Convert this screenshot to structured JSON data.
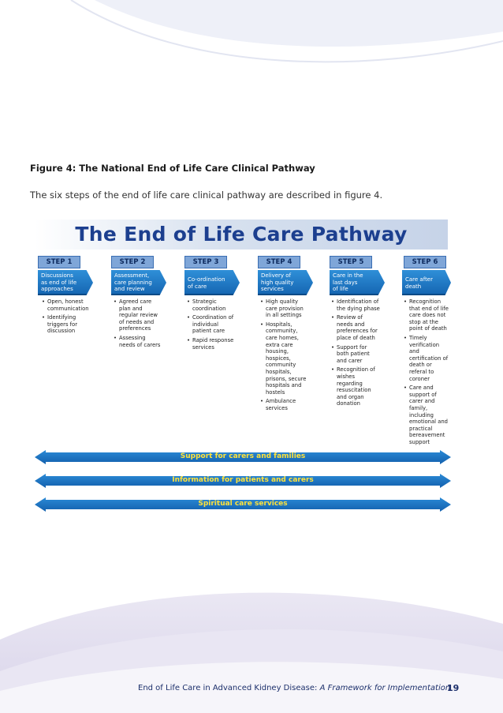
{
  "figure": {
    "title": "Figure 4: The National End of Life Care Clinical Pathway",
    "description": "The six steps of the end of life care clinical pathway are described in figure 4."
  },
  "pathway": {
    "title": "The End of Life Care Pathway",
    "steps": [
      {
        "label": "STEP 1",
        "stage": [
          "Discussions",
          "as end of life",
          "approaches"
        ],
        "bullets": [
          "Open, honest communication",
          "Identifying triggers for discussion"
        ]
      },
      {
        "label": "STEP 2",
        "stage": [
          "Assessment,",
          "care planning",
          "and review"
        ],
        "bullets": [
          "Agreed care plan and regular review of needs and preferences",
          "Assessing needs of carers"
        ]
      },
      {
        "label": "STEP 3",
        "stage": [
          "Co-ordination",
          "of care"
        ],
        "bullets": [
          "Strategic coordination",
          "Coordination of individual patient care",
          "Rapid response services"
        ]
      },
      {
        "label": "STEP 4",
        "stage": [
          "Delivery of",
          "high quality",
          "services"
        ],
        "bullets": [
          "High quality care provision in all settings",
          "Hospitals, community, care homes, extra care housing, hospices, community hospitals, prisons, secure hospitals and hostels",
          "Ambulance services"
        ]
      },
      {
        "label": "STEP 5",
        "stage": [
          "Care in the",
          "last days",
          "of life"
        ],
        "bullets": [
          "Identification of the dying phase",
          "Review of needs and preferences for place of death",
          "Support for both patient and carer",
          "Recognition of wishes regarding resuscitation and organ donation"
        ]
      },
      {
        "label": "STEP 6",
        "stage": [
          "Care after",
          "death"
        ],
        "bullets": [
          "Recognition that end of life care does not stop at the point of death",
          "Timely verification and certification of death or referal to coroner",
          "Care and support of carer and family, including emotional and practical bereavement support"
        ]
      }
    ],
    "bands": [
      "Support for carers and families",
      "Information for patients and carers",
      "Spiritual care services"
    ]
  },
  "footer": {
    "text": "End of Life Care in Advanced Kidney Disease: ",
    "italic": "A Framework for Implementation",
    "page": "19"
  },
  "colors": {
    "title_blue": "#1c3f8f",
    "arrow_blue": "#1667b3",
    "band_text": "#ffe23a"
  }
}
